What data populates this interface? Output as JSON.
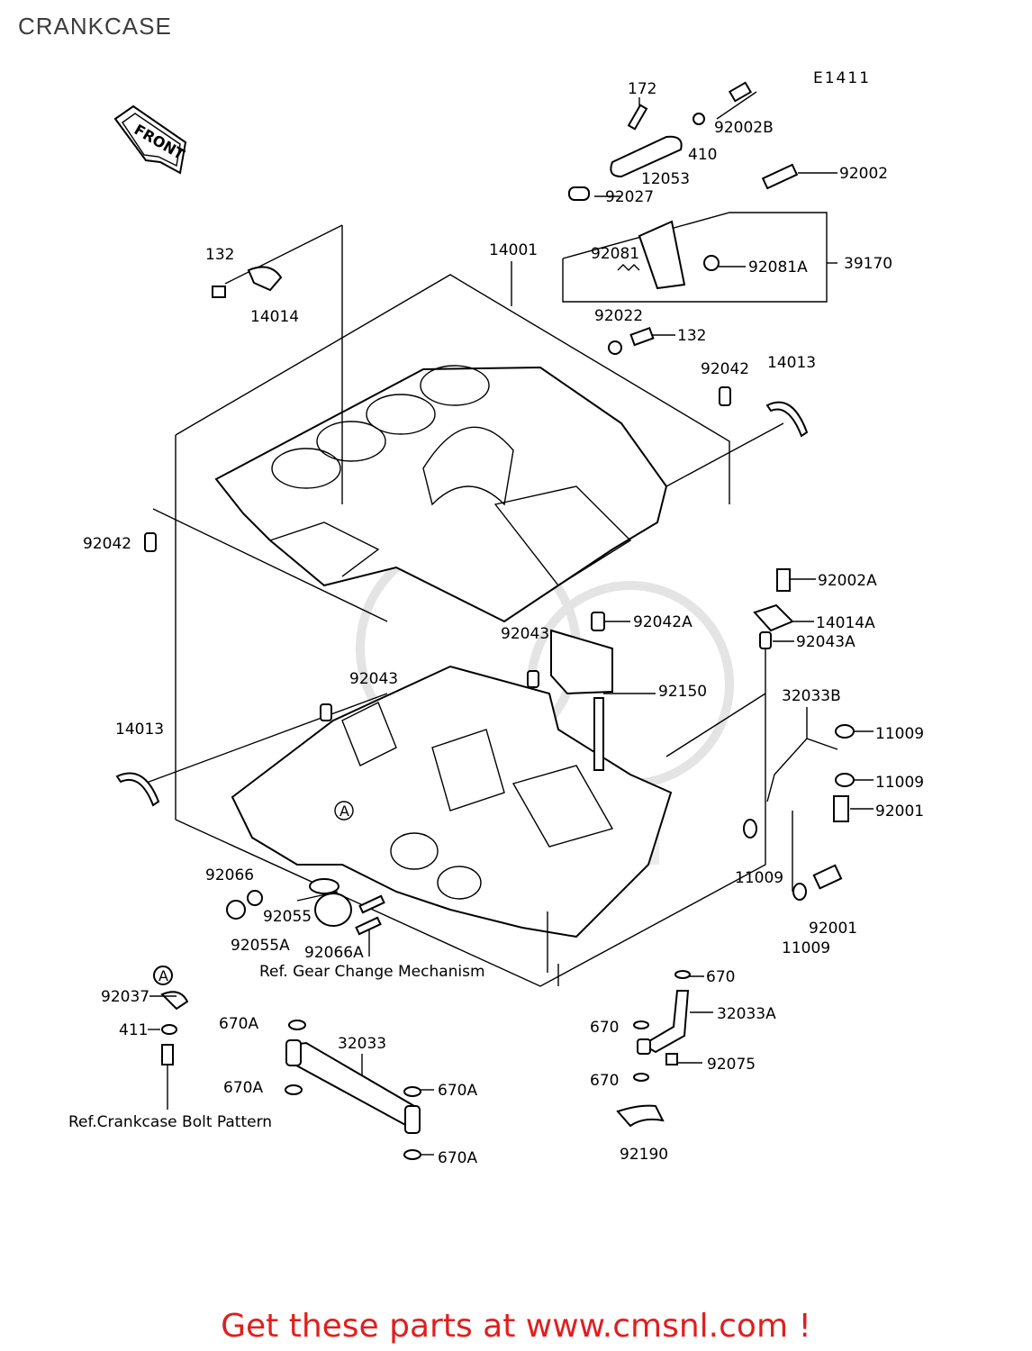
{
  "page": {
    "title": "CRANKCASE",
    "diagram_code": "E1411",
    "front_label": "FRONT",
    "footer_text": "Get these parts at www.cmsnl.com !",
    "accent_color": "#e01f1f",
    "circle_marker": "A"
  },
  "labels": {
    "p172": "172",
    "p92002b": "92002B",
    "p410": "410",
    "p12053": "12053",
    "p92027": "92027",
    "p92002": "92002",
    "p92081": "92081",
    "p92081a": "92081A",
    "p39170": "39170",
    "p14001": "14001",
    "p132_top": "132",
    "p14014": "14014",
    "p92022": "92022",
    "p132_mid": "132",
    "p92042_right": "92042",
    "p14013_right": "14013",
    "p92042_left": "92042",
    "p92002a": "92002A",
    "p14014a": "14014A",
    "p92043a": "92043A",
    "p92042a": "92042A",
    "p92043_center": "92043",
    "p92043_left": "92043",
    "p92150": "92150",
    "p32033b": "32033B",
    "p11009_a": "11009",
    "p11009_b": "11009",
    "p92001_a": "92001",
    "p11009_c": "11009",
    "p92001_b": "92001",
    "p11009_d": "11009",
    "p14013_left": "14013",
    "p92066": "92066",
    "p92055": "92055",
    "p92055a": "92055A",
    "p92066a": "92066A",
    "ref_gear": "Ref. Gear Change Mechanism",
    "p92037": "92037",
    "p411": "411",
    "ref_crankcase": "Ref.Crankcase Bolt Pattern",
    "p670a_1": "670A",
    "p32033": "32033",
    "p670a_2": "670A",
    "p670a_3": "670A",
    "p670a_4": "670A",
    "p670_1": "670",
    "p32033a": "32033A",
    "p670_2": "670",
    "p92075": "92075",
    "p670_3": "670",
    "p92190": "92190"
  }
}
